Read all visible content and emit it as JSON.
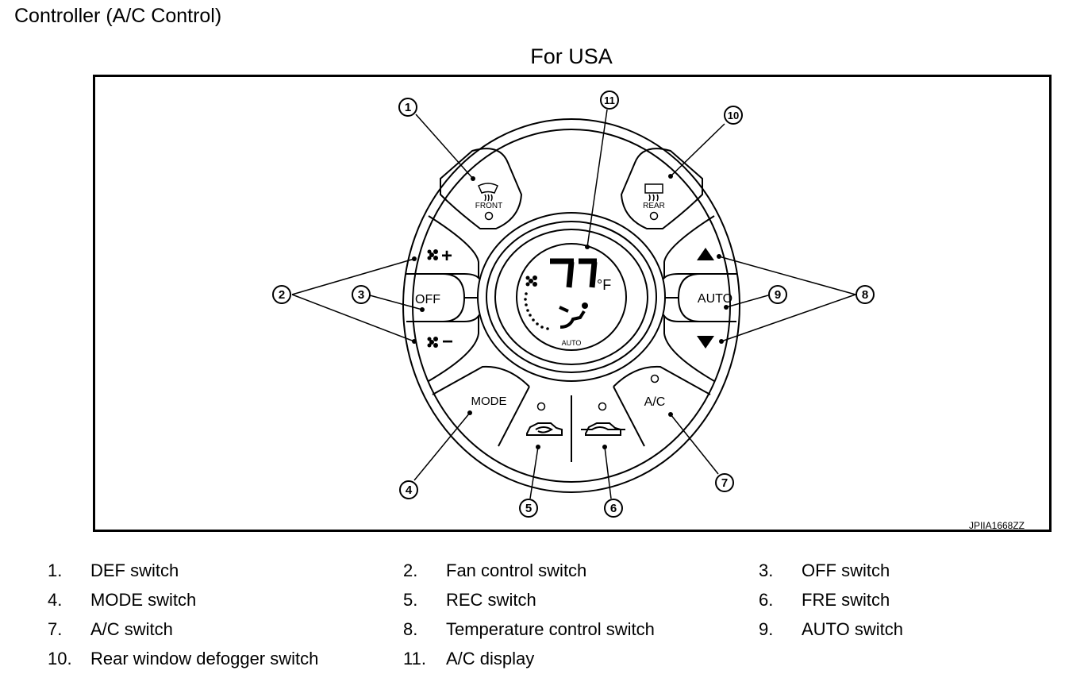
{
  "page": {
    "title": "Controller (A/C Control)",
    "subtitle": "For USA"
  },
  "diagram": {
    "image_code": "JPIIA1668ZZ",
    "display": {
      "temperature": "77",
      "unit": "°F",
      "auto_label": "AUTO"
    },
    "buttons": {
      "front_label": "FRONT",
      "rear_label": "REAR",
      "fan_up_symbol": "+",
      "fan_down_symbol": "−",
      "off_label": "OFF",
      "auto_label": "AUTO",
      "mode_label": "MODE",
      "ac_label": "A/C"
    },
    "callouts": [
      "1",
      "2",
      "3",
      "4",
      "5",
      "6",
      "7",
      "8",
      "9",
      "10",
      "11"
    ]
  },
  "legend": [
    {
      "num": "1.",
      "label": "DEF switch"
    },
    {
      "num": "2.",
      "label": "Fan control switch"
    },
    {
      "num": "3.",
      "label": "OFF switch"
    },
    {
      "num": "4.",
      "label": "MODE switch"
    },
    {
      "num": "5.",
      "label": "REC switch"
    },
    {
      "num": "6.",
      "label": "FRE switch"
    },
    {
      "num": "7.",
      "label": "A/C switch"
    },
    {
      "num": "8.",
      "label": "Temperature control switch"
    },
    {
      "num": "9.",
      "label": "AUTO switch"
    },
    {
      "num": "10.",
      "label": "Rear window defogger switch"
    },
    {
      "num": "11.",
      "label": "A/C display"
    }
  ]
}
